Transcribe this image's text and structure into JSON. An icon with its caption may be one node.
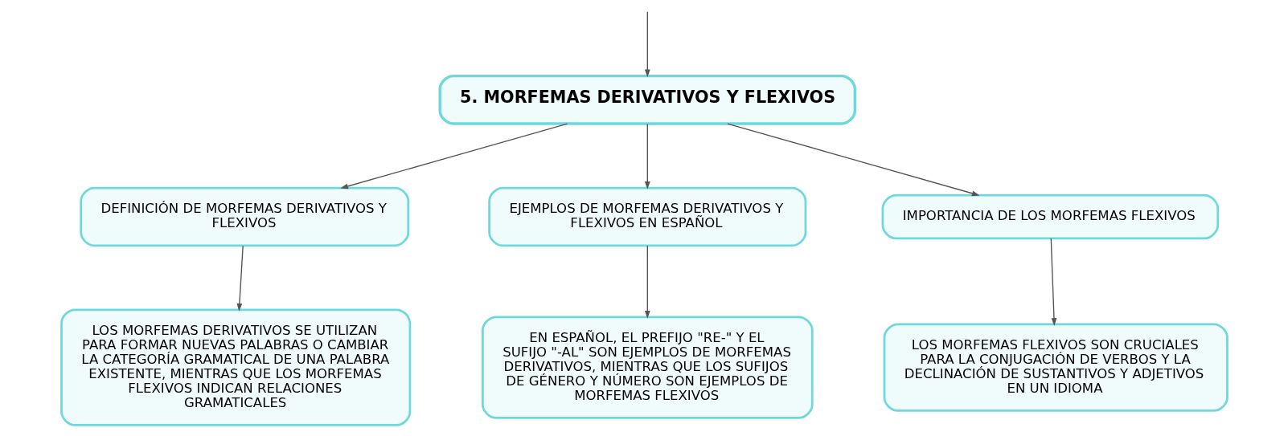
{
  "diagram": {
    "nodes": [
      {
        "text": [
          "5. MORFEMAS DERIVATIVOS Y FLEXIVOS"
        ]
      },
      {
        "text": [
          "DEFINICIÓN DE MORFEMAS DERIVATIVOS Y FLEXIVOS"
        ]
      },
      {
        "text": [
          "EJEMPLOS DE MORFEMAS DERIVATIVOS Y FLEXIVOS EN ESPAÑOL"
        ]
      },
      {
        "text": [
          "IMPORTANCIA DE LOS MORFEMAS FLEXIVOS"
        ]
      },
      {
        "text": [
          "LOS MORFEMAS DERIVATIVOS SE UTILIZAN PARA FORMAR NUEVAS PALABRAS O CAMBIAR LA CATEGORÍA GRAMATICAL DE UNA PALABRA EXISTENTE, MIENTRAS QUE LOS MORFEMAS FLEXIVOS INDICAN RELACIONES GRAMATICALES"
        ]
      },
      {
        "text": [
          "EN ESPAÑOL, EL PREFIJO \"RE-\" Y EL SUFIJO \"-AL\" SON EJEMPLOS DE MORFEMAS DERIVATIVOS, MIENTRAS QUE LOS SUFIJOS DE GÉNERO Y NÚMERO SON EJEMPLOS DE MORFEMAS FLEXIVOS"
        ]
      },
      {
        "text": [
          "LOS MORFEMAS FLEXIVOS SON CRUCIALES PARA LA CONJUGACIÓN DE VERBOS Y LA DECLINACIÓN DE SUSTANTIVOS Y ADJETIVOS EN UN IDIOMA"
        ]
      }
    ],
    "edges": [
      {
        "from": null,
        "to": 0,
        "arrow": "to"
      },
      {
        "from": 0,
        "to": 1,
        "arrow": "to"
      },
      {
        "from": 0,
        "to": 2,
        "arrow": "to"
      },
      {
        "from": 0,
        "to": 3,
        "arrow": "to"
      },
      {
        "from": 1,
        "to": 4,
        "arrow": "to"
      },
      {
        "from": 2,
        "to": 5,
        "arrow": "to"
      },
      {
        "from": 3,
        "to": 6,
        "arrow": "to"
      }
    ]
  }
}
